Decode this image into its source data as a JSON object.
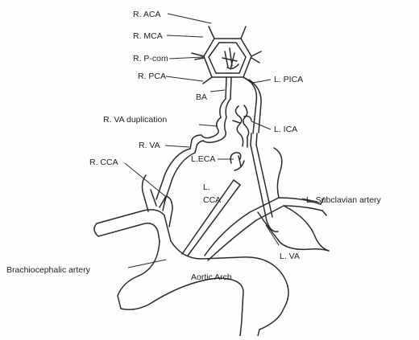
{
  "labels": {
    "r_aca": "R. ACA",
    "r_mca": "R. MCA",
    "r_pcom": "R. P-com",
    "r_pca": "R. PCA",
    "ba": "BA",
    "l_pica": "L. PICA",
    "r_va_duplication": "R. VA duplication",
    "l_ica": "L. ICA",
    "r_va": "R. VA",
    "r_cca": "R. CCA",
    "l_eca": "L.ECA",
    "l_cca_line1": "L.",
    "l_cca_line2": "CCA",
    "l_subclavian": "L. Subclavian artery",
    "brachiocephalic": "Brachiocephalic artery",
    "aortic_arch": "Aortic Arch",
    "l_va": "L. VA"
  }
}
